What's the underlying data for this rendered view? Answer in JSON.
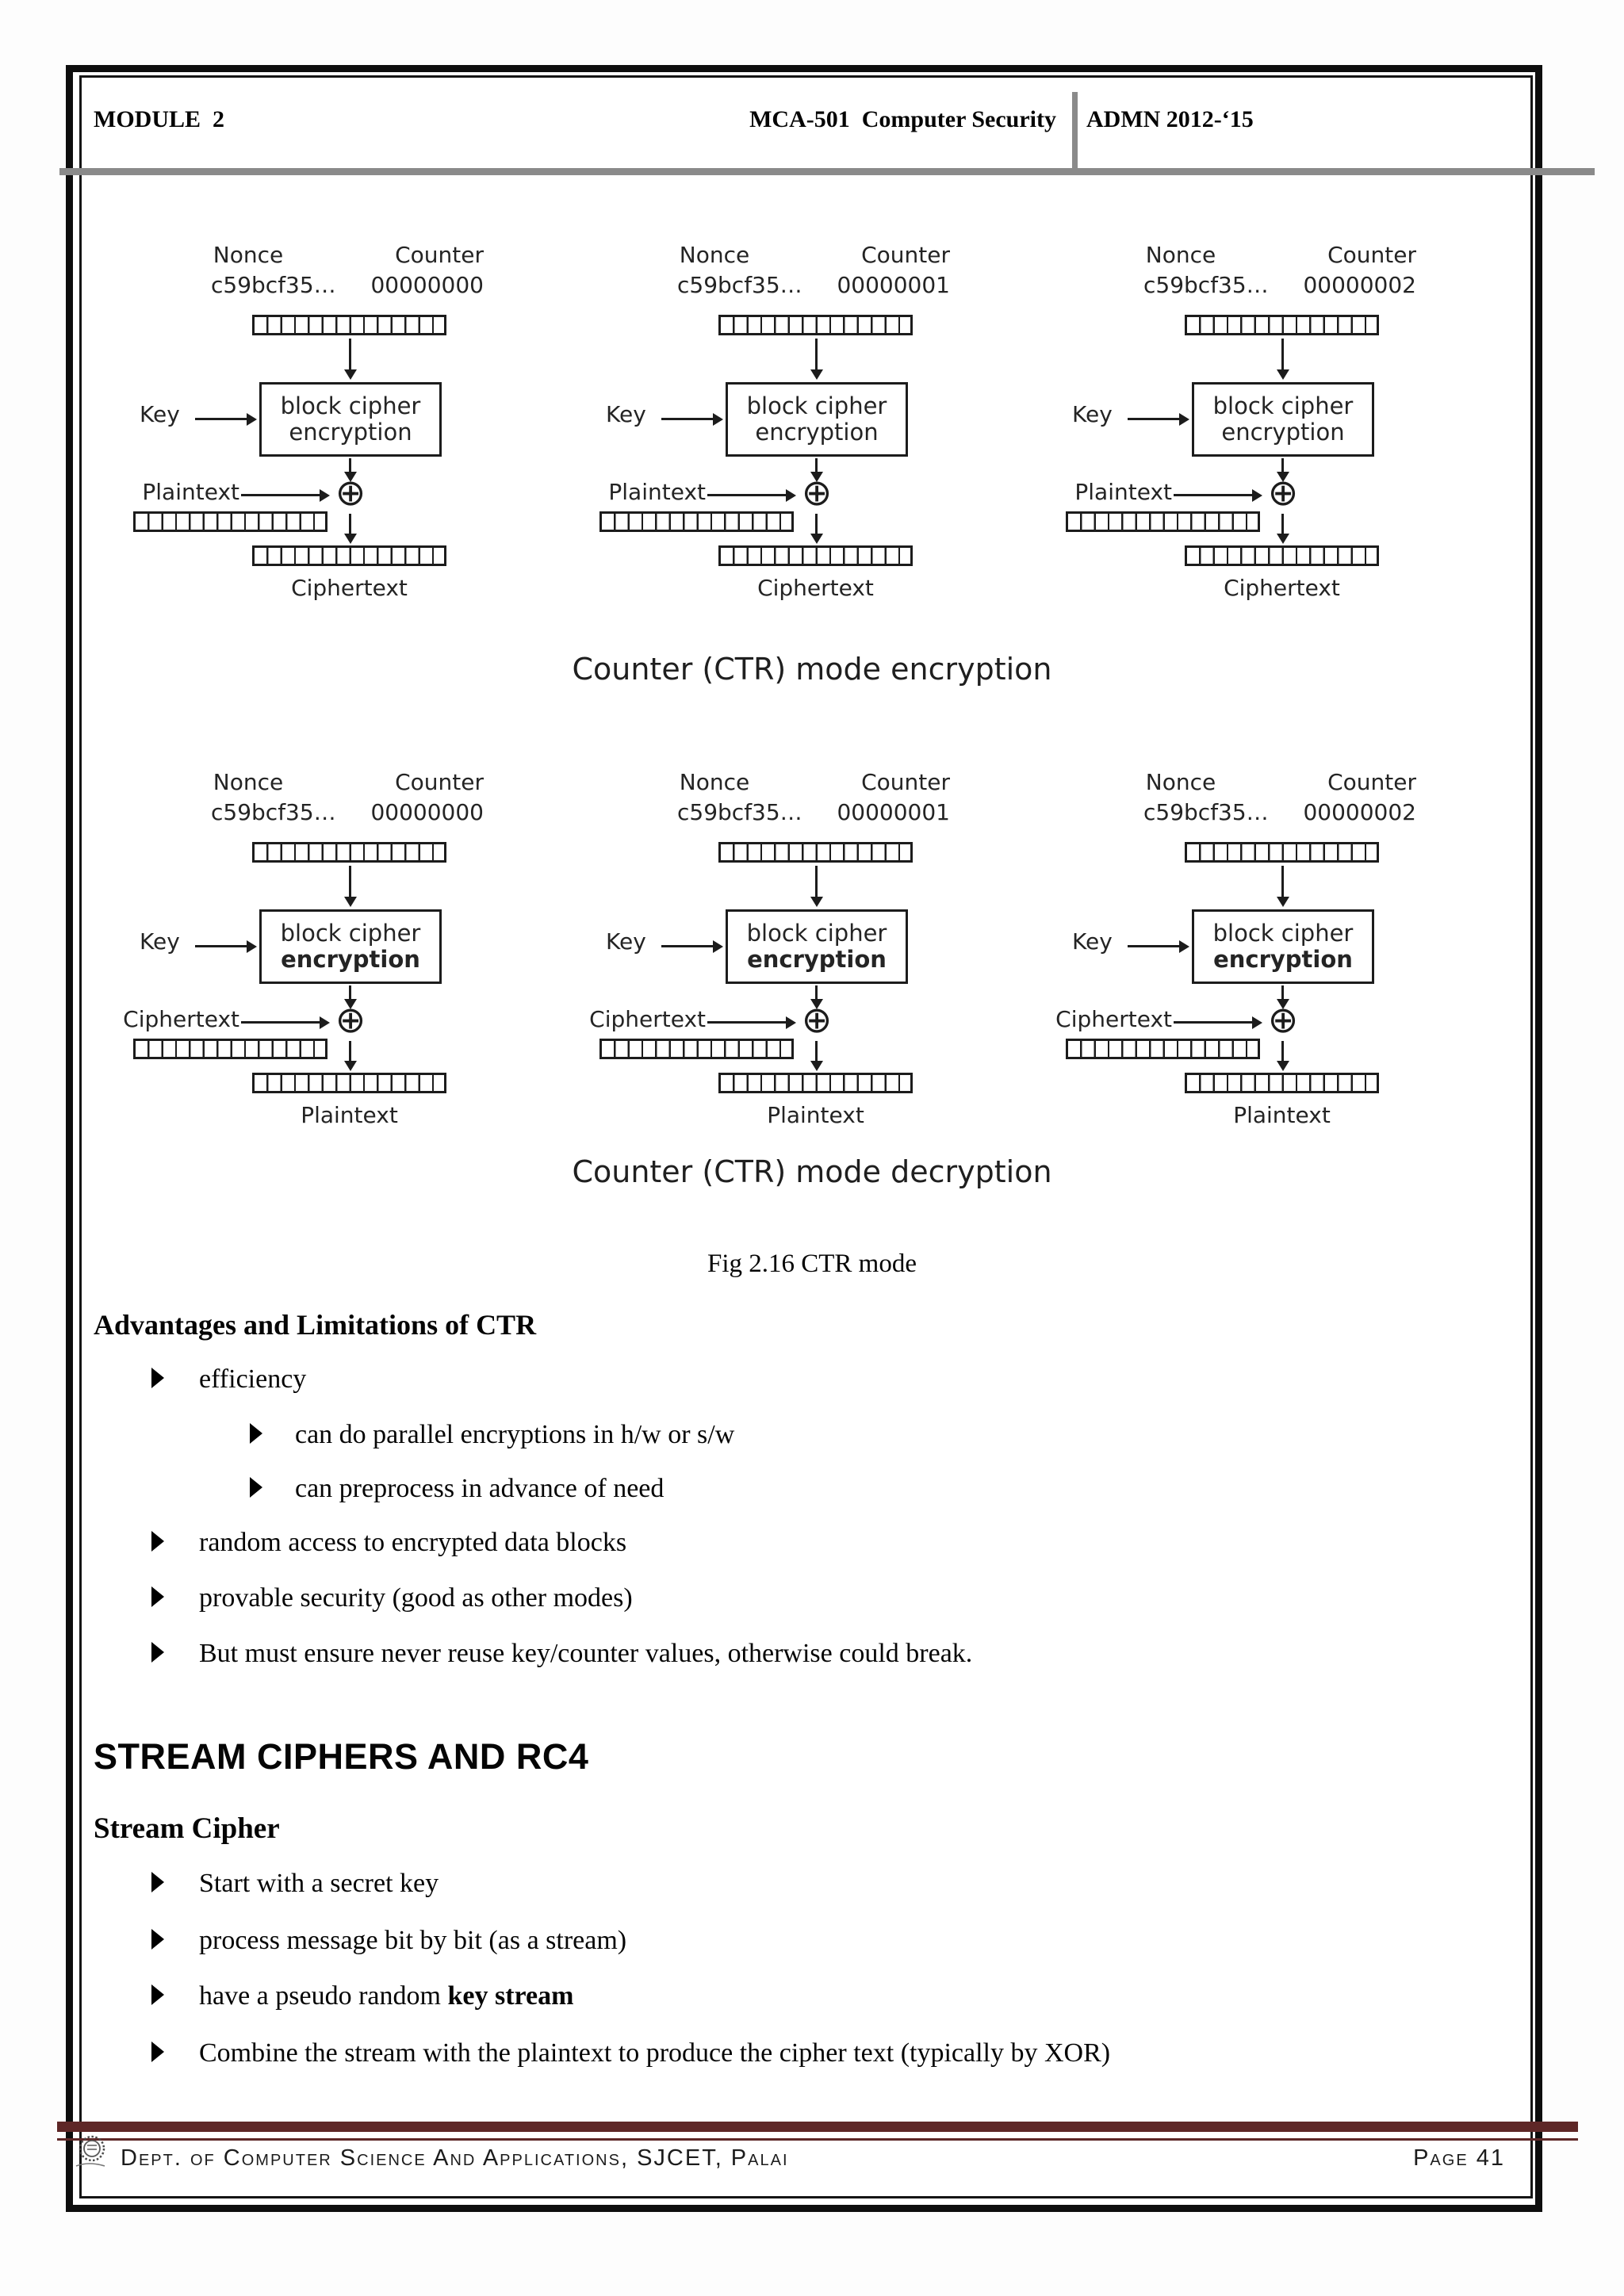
{
  "header": {
    "module": "MODULE  2",
    "course": "MCA-501  Computer Security",
    "admission": "ADMN 2012-‘15"
  },
  "figure": {
    "xor_symbol": "⊕",
    "encryption": {
      "caption": "Counter (CTR) mode encryption",
      "units": [
        {
          "nonce_label": "Nonce",
          "nonce_value": "c59bcf35…",
          "counter_label": "Counter",
          "counter_value": "00000000",
          "key_label": "Key",
          "box_line1": "block cipher",
          "box_line2": "encryption",
          "input_label": "Plaintext",
          "output_label": "Ciphertext"
        },
        {
          "nonce_label": "Nonce",
          "nonce_value": "c59bcf35…",
          "counter_label": "Counter",
          "counter_value": "00000001",
          "key_label": "Key",
          "box_line1": "block cipher",
          "box_line2": "encryption",
          "input_label": "Plaintext",
          "output_label": "Ciphertext"
        },
        {
          "nonce_label": "Nonce",
          "nonce_value": "c59bcf35…",
          "counter_label": "Counter",
          "counter_value": "00000002",
          "key_label": "Key",
          "box_line1": "block cipher",
          "box_line2": "encryption",
          "input_label": "Plaintext",
          "output_label": "Ciphertext"
        }
      ]
    },
    "decryption": {
      "caption": "Counter (CTR) mode decryption",
      "units": [
        {
          "nonce_label": "Nonce",
          "nonce_value": "c59bcf35…",
          "counter_label": "Counter",
          "counter_value": "00000000",
          "key_label": "Key",
          "box_line1": "block cipher",
          "box_line2": "encryption",
          "input_label": "Ciphertext",
          "output_label": "Plaintext"
        },
        {
          "nonce_label": "Nonce",
          "nonce_value": "c59bcf35…",
          "counter_label": "Counter",
          "counter_value": "00000001",
          "key_label": "Key",
          "box_line1": "block cipher",
          "box_line2": "encryption",
          "input_label": "Ciphertext",
          "output_label": "Plaintext"
        },
        {
          "nonce_label": "Nonce",
          "nonce_value": "c59bcf35…",
          "counter_label": "Counter",
          "counter_value": "00000002",
          "key_label": "Key",
          "box_line1": "block cipher",
          "box_line2": "encryption",
          "input_label": "Ciphertext",
          "output_label": "Plaintext"
        }
      ]
    },
    "fig_caption": "Fig 2.16 CTR mode"
  },
  "sections": {
    "advantages": {
      "heading": "Advantages and Limitations of CTR",
      "items": [
        {
          "text": "efficiency",
          "bold": ""
        },
        {
          "text": "can do parallel encryptions in h/w or s/w",
          "bold": ""
        },
        {
          "text": "can preprocess in advance of need",
          "bold": ""
        },
        {
          "text": "random access to encrypted data blocks",
          "bold": ""
        },
        {
          "text": "provable security (good as other modes)",
          "bold": ""
        },
        {
          "text": "But must ensure never reuse key/counter values, otherwise could break.",
          "bold": ""
        }
      ]
    },
    "stream": {
      "heading": "STREAM CIPHERS AND RC4",
      "subheading": "Stream Cipher",
      "items": [
        {
          "text": "Start with a secret key",
          "bold": ""
        },
        {
          "text": "process message bit by bit (as a stream)",
          "bold": ""
        },
        {
          "text": "have a pseudo random ",
          "bold": "key stream"
        },
        {
          "text": "Combine the stream with the plaintext to produce the cipher text (typically by XOR)",
          "bold": ""
        }
      ]
    }
  },
  "footer": {
    "department": "Dept. of Computer Science And Applications, SJCET, Palai",
    "page": "Page 41"
  },
  "colors": {
    "accent_maroon": "#5e2727",
    "separator_gray": "#8a8a8a",
    "border_black": "#0e0e0e"
  }
}
